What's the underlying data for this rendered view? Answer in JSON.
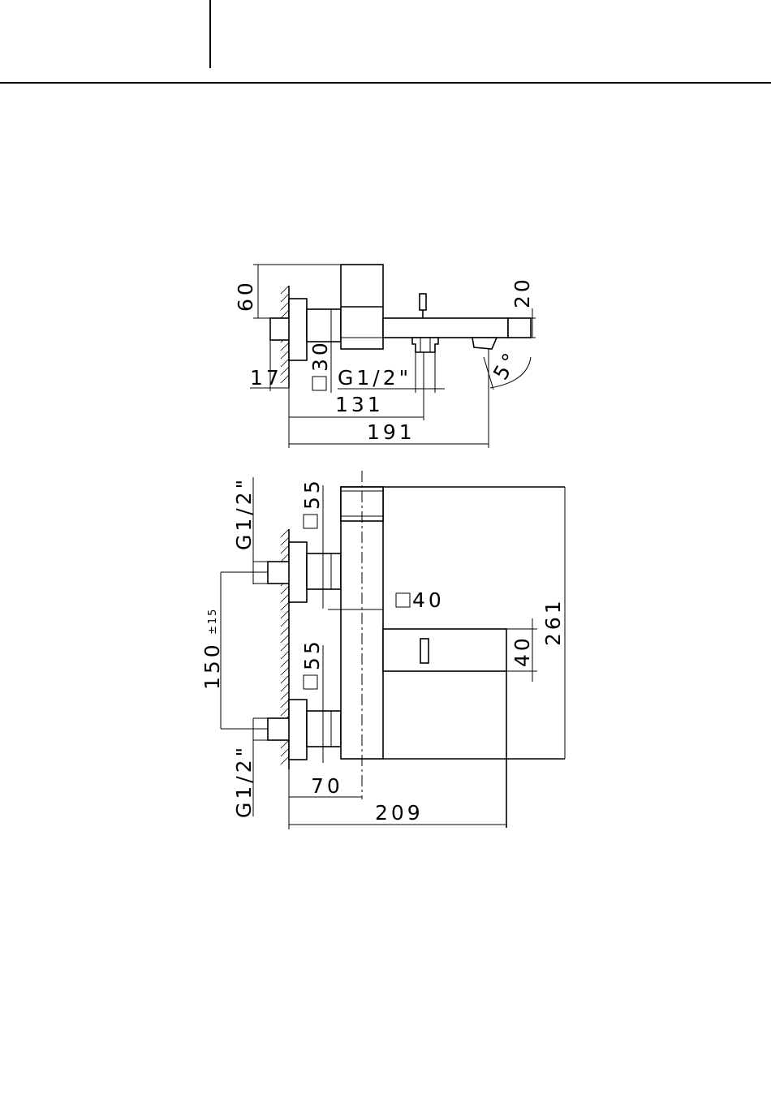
{
  "dimensions": {
    "top_view": {
      "height_60": "60",
      "height_20": "20",
      "offset_17": "17",
      "square_30": "30",
      "thread_g12": "G1/2\"",
      "length_131": "131",
      "length_191": "191",
      "angle_5": "5°"
    },
    "front_view": {
      "thread_top": "G1/2\"",
      "square_55_top": "55",
      "square_55_bottom": "55",
      "spacing_150": "150",
      "tolerance": "±15",
      "square_40": "40",
      "height_40": "40",
      "height_261": "261",
      "thread_bottom": "G1/2\"",
      "depth_70": "70",
      "width_209": "209"
    }
  }
}
